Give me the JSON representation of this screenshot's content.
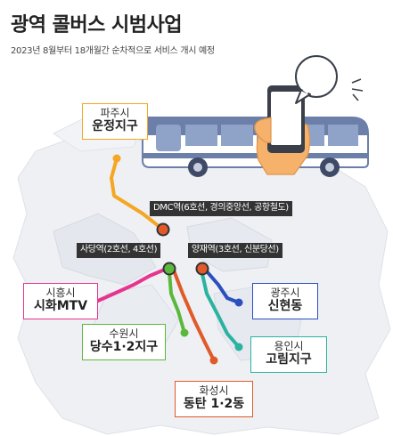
{
  "title": "광역 콜버스 시범사업",
  "subtitle": "2023년 8월부터 18개월간 순차적으로 서비스 개시 예정",
  "stations": {
    "dmc": "DMC역(6호선, 경의중앙선, 공항철도)",
    "sadang": "사당역(2호선, 4호선)",
    "yangjae": "양재역(3호선, 신분당선)"
  },
  "destinations": {
    "paju": {
      "region": "파주시",
      "area": "운정지구"
    },
    "siheung": {
      "region": "시흥시",
      "area": "시화MTV"
    },
    "suwon": {
      "region": "수원시",
      "area": "당수1·2지구"
    },
    "hwaseong": {
      "region": "화성시",
      "area": "동탄 1·2동"
    },
    "gwangju": {
      "region": "광주시",
      "area": "신현동"
    },
    "yongin": {
      "region": "용인시",
      "area": "고림지구"
    }
  },
  "colors": {
    "paju": "#f5a623",
    "siheung": "#e6358f",
    "suwon": "#5cb83c",
    "hwaseong": "#e05a2a",
    "gwangju": "#2b4fbf",
    "yongin": "#2ab3a0",
    "bus": "#6b7fa8"
  },
  "icons": [
    "bus-icon",
    "smartphone-icon",
    "speech-bubble-icon",
    "hand-icon"
  ]
}
